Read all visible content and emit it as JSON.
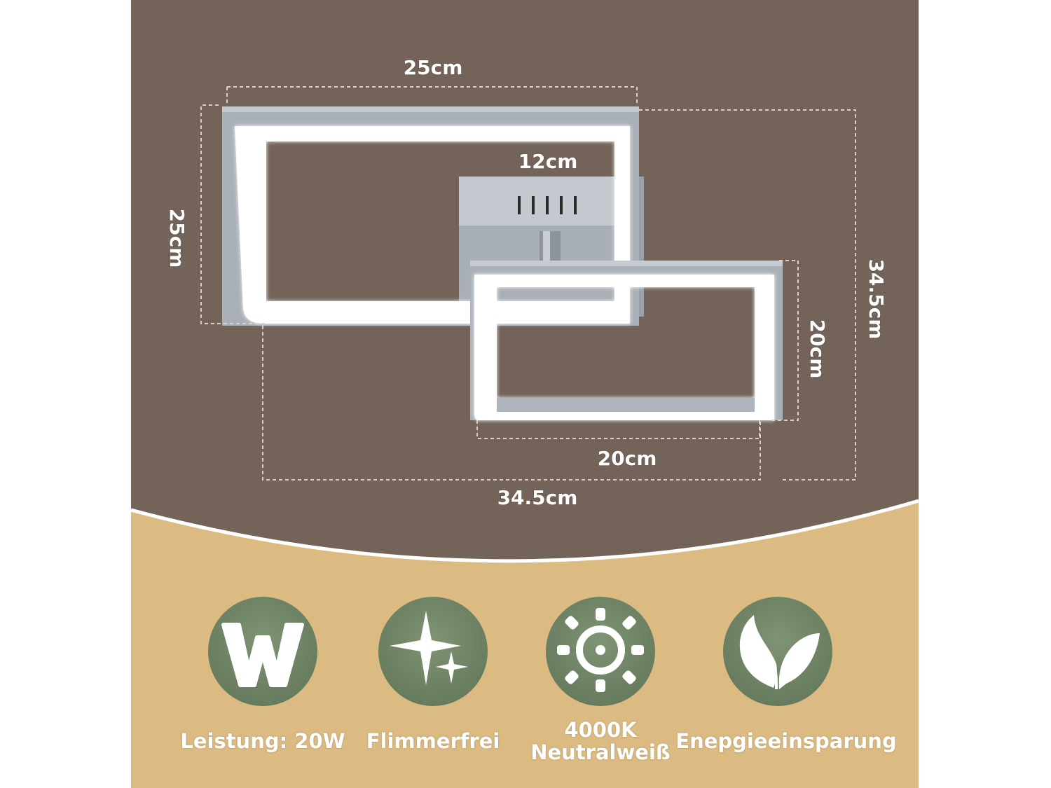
{
  "colors": {
    "background_top": "#736358",
    "background_bottom": "#dbbb82",
    "icon_circle": "#73866a",
    "frame_glow": "#f6f6f6",
    "frame_metal": "#aab0b8"
  },
  "dimensions": {
    "top_width": "25cm",
    "left_height": "25cm",
    "base_width": "12cm",
    "right_total_height": "34.5cm",
    "small_height": "20cm",
    "small_width": "20cm",
    "total_width": "34.5cm"
  },
  "features": [
    {
      "icon": "w-letter-icon",
      "label": "Leistung: 20W"
    },
    {
      "icon": "sparkle-icon",
      "label": "Flimmerfrei"
    },
    {
      "icon": "sun-icon",
      "label": "4000K\nNeutralweiß"
    },
    {
      "icon": "leaf-icon",
      "label": "Enepgieeinsparung"
    }
  ]
}
